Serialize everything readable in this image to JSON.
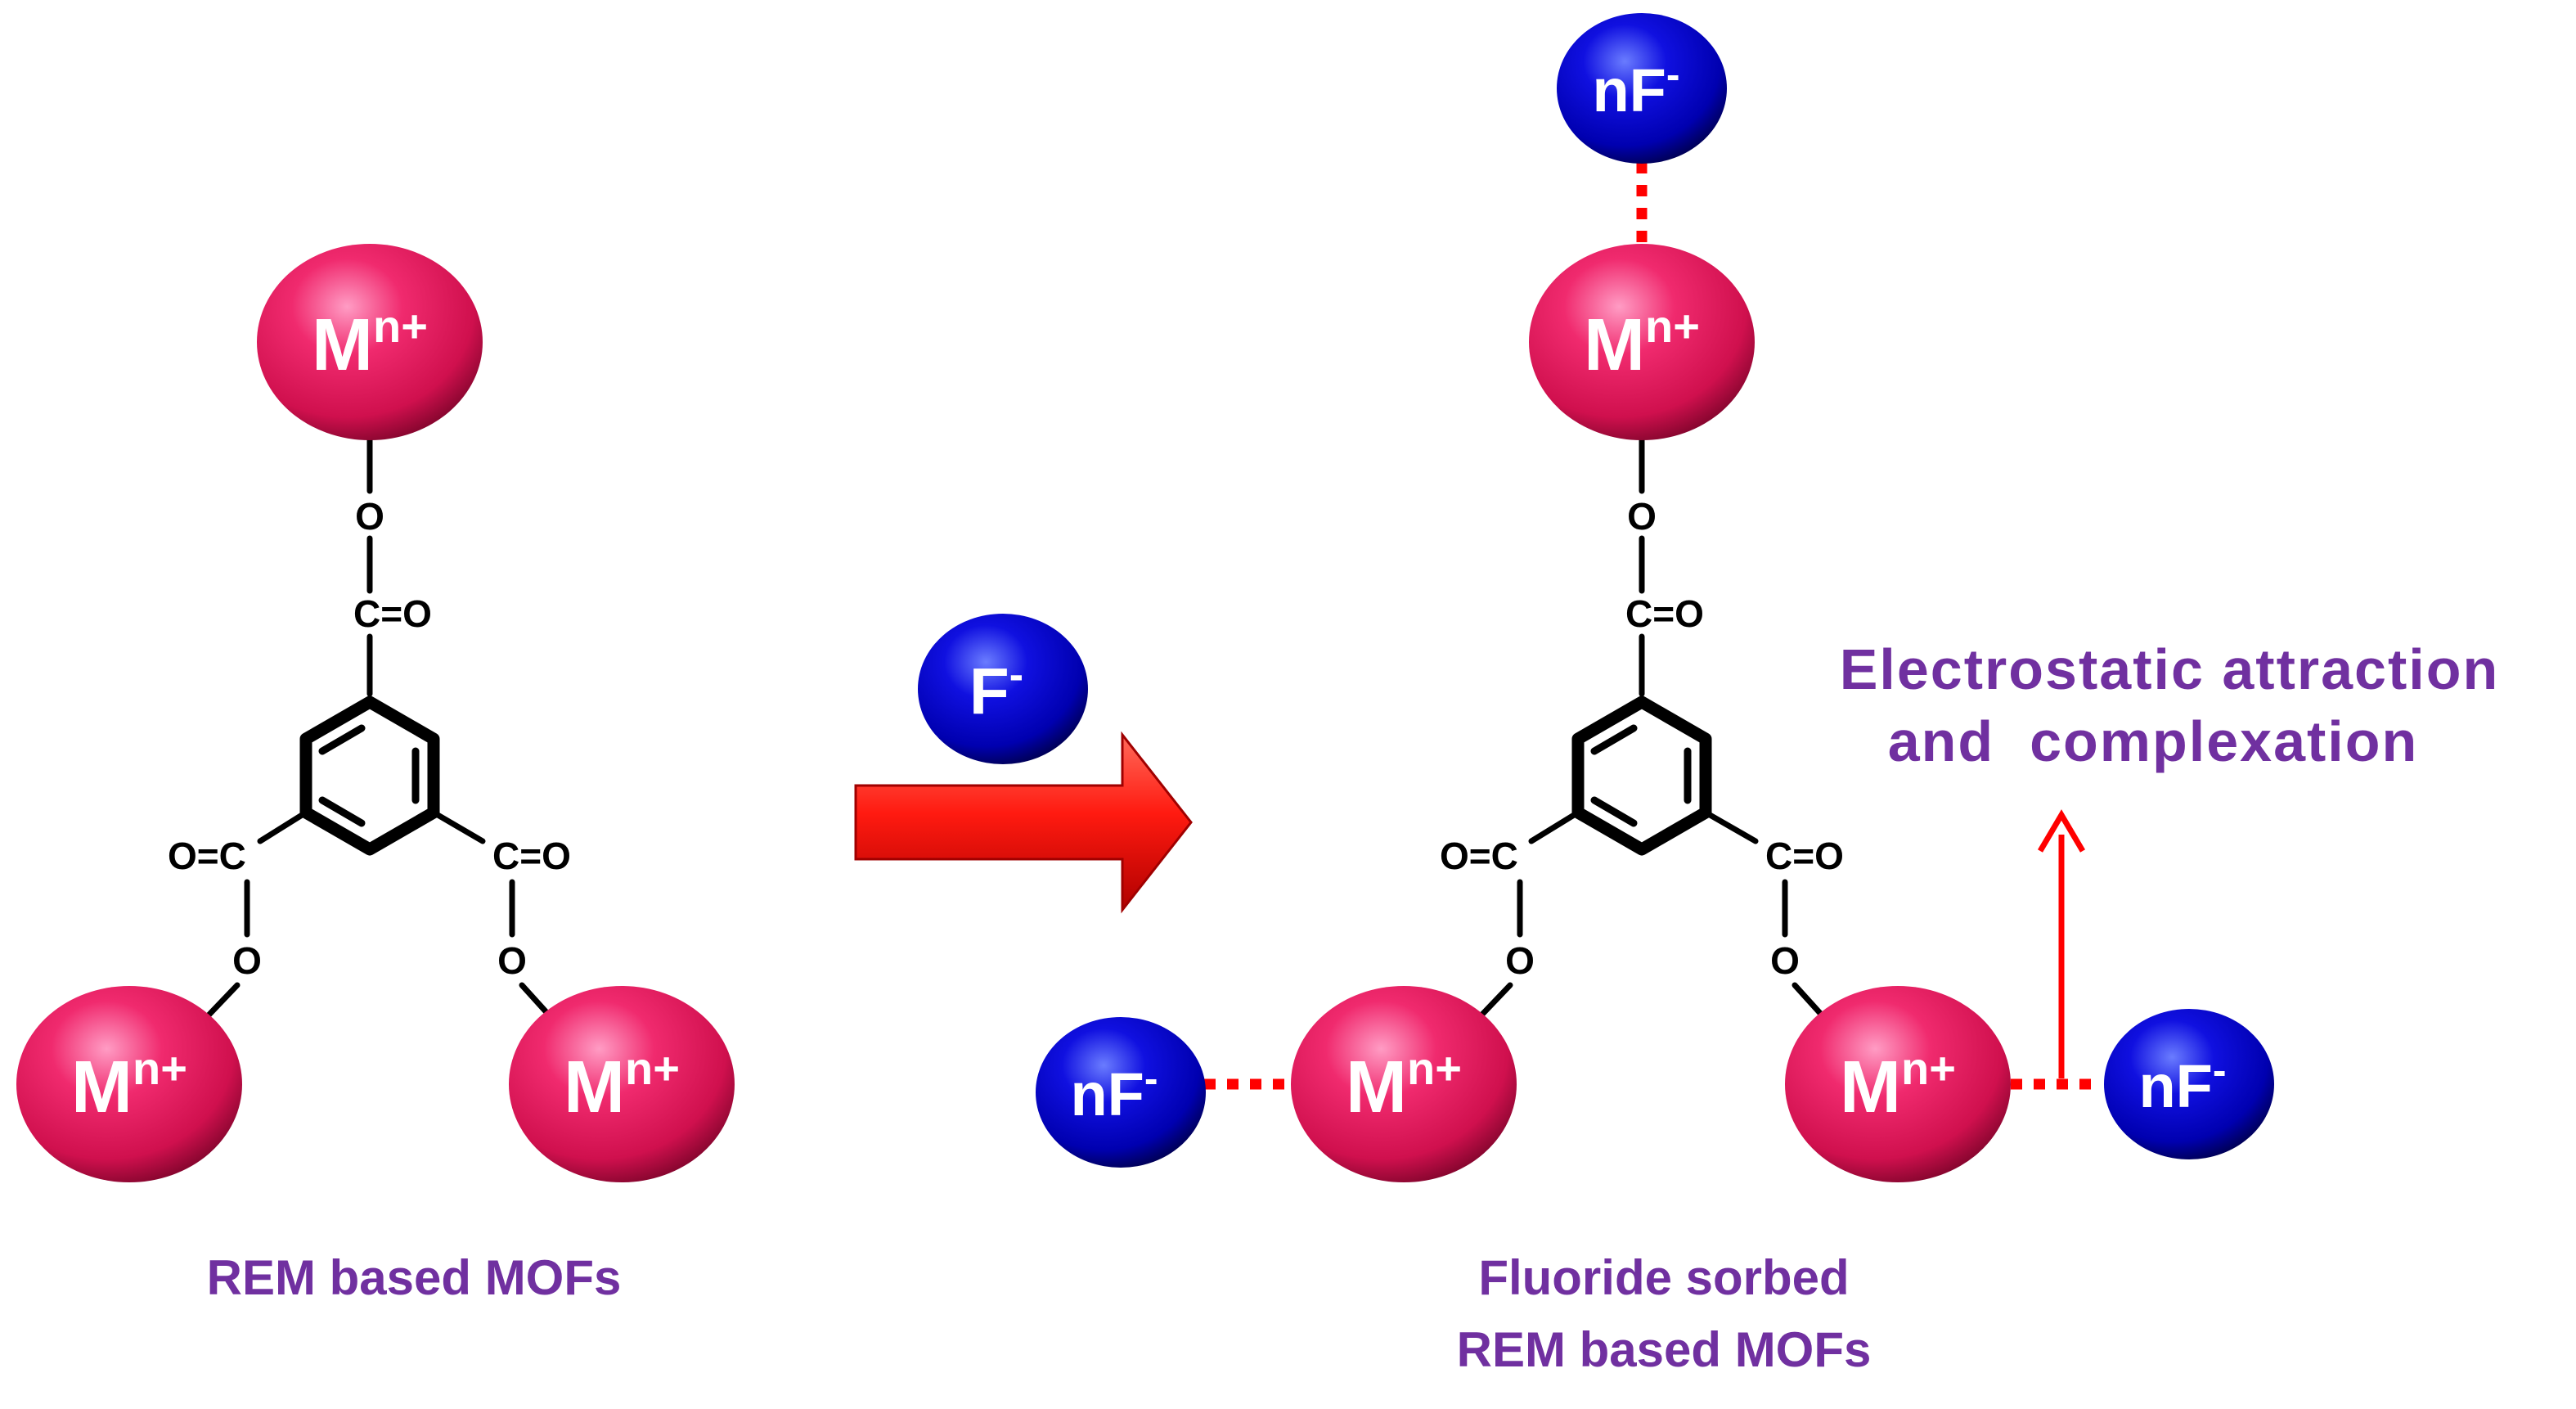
{
  "metal": {
    "symbol": "M",
    "charge": "n+"
  },
  "fluoride": {
    "symbol": "F",
    "charge": "-"
  },
  "sorbed_fluoride": {
    "symbol": "nF",
    "charge": "-"
  },
  "atoms": {
    "oxygen": "O",
    "carbon_double_o": "C=O",
    "o_double_carbon": "O=C"
  },
  "captions": {
    "left": "REM based MOFs",
    "right_line1": "Fluoride sorbed",
    "right_line2": "REM based MOFs"
  },
  "annotation": {
    "line1": "Electrostatic attraction",
    "line2": "and  complexation"
  },
  "colors": {
    "metal": "#e8175d",
    "fluoride": "#0000c8",
    "interaction": "#ff0000",
    "caption": "#7030a0"
  }
}
